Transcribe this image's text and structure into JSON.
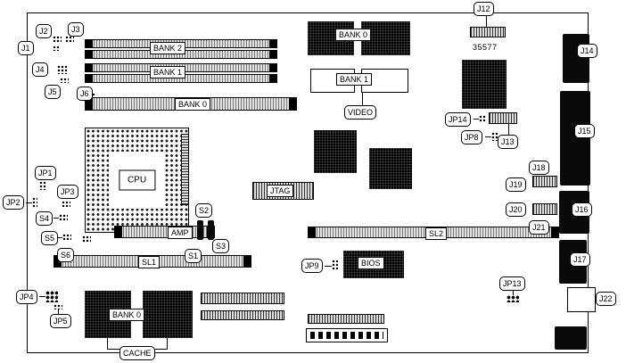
{
  "colors": {
    "line": "#000000",
    "chip": "#000000",
    "background": "#ffffff"
  },
  "part_number": "35577",
  "callouts": {
    "J1": "J1",
    "J2": "J2",
    "J3": "J3",
    "J4": "J4",
    "J5": "J5",
    "J6": "J6",
    "J12": "J12",
    "J13": "J13",
    "J14": "J14",
    "J15": "J15",
    "J16": "J16",
    "J17": "J17",
    "J18": "J18",
    "J19": "J19",
    "J20": "J20",
    "J21": "J21",
    "J22": "J22",
    "JP1": "JP1",
    "JP2": "JP2",
    "JP3": "JP3",
    "JP4": "JP4",
    "JP5": "JP5",
    "JP8": "JP8",
    "JP9": "JP9",
    "JP13": "JP13",
    "JP14": "JP14",
    "S1": "S1",
    "S2": "S2",
    "S3": "S3",
    "S4": "S4",
    "S5": "S5",
    "S6": "S6",
    "VIDEO": "VIDEO",
    "CACHE": "CACHE"
  },
  "labels": {
    "bank2_slot": "BANK 2",
    "bank1_slot": "BANK 1",
    "bank0_slot": "BANK 0",
    "bank0_chips": "BANK 0",
    "bank1_chips": "BANK 1",
    "bank0_cache": "BANK 0",
    "cpu": "CPU",
    "amp": "AMP",
    "jtag": "JTAG",
    "sl1": "SL1",
    "sl2": "SL2",
    "bios": "BIOS"
  }
}
